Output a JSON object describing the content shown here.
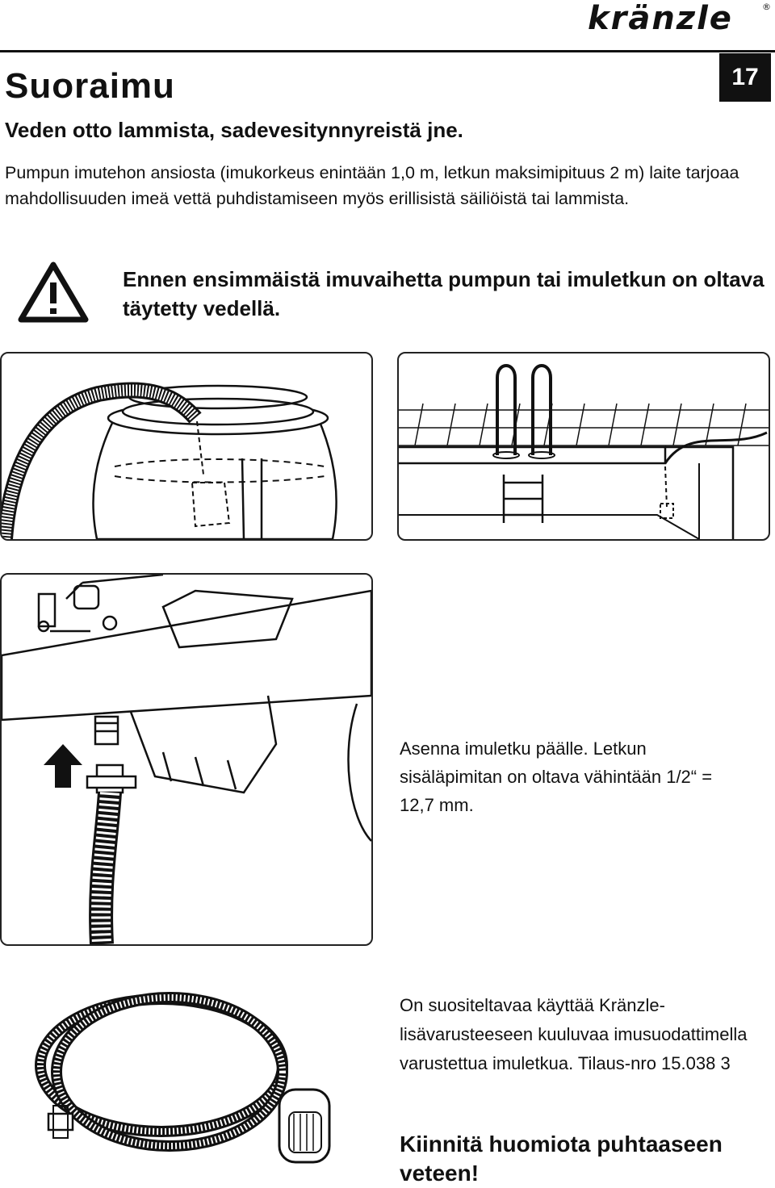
{
  "brand": {
    "logo_text": "kränzle",
    "registered_mark": "®"
  },
  "page": {
    "number": "17",
    "title": "Suoraimu"
  },
  "subtitle": "Veden otto lammista, sadevesitynnyreistä jne.",
  "intro": "Pumpun imutehon ansiosta (imukorkeus enintään 1,0 m, letkun maksimipituus 2 m) laite tarjoaa mahdollisuuden imeä vettä puhdistamiseen myös erillisistä säiliöistä tai lammista.",
  "warning": {
    "icon": "warning-triangle-icon",
    "text": "Ennen ensimmäistä imuvaihetta pumpun tai imuletkun on oltava täytetty vedellä."
  },
  "figures": {
    "barrel": "barrel-with-hose",
    "pool": "pool-with-hose",
    "hose_connection": "suction-hose-connection",
    "hose_coil": "suction-hose-with-filter"
  },
  "hose_panel_text": "Asenna imuletku päälle. Letkun sisäläpimitan on oltava vähintään 1/2“ = 12,7 mm.",
  "filter_text": "On suositeltavaa käyttää Kränzle-lisävarusteeseen kuuluvaa imusuodattimella varustettua imuletkua. Tilaus-nro 15.038 3",
  "note": "Kiinnitä huomiota puhtaaseen veteen!",
  "colors": {
    "ink": "#111111",
    "paper": "#ffffff",
    "badge_bg": "#111111",
    "badge_fg": "#ffffff"
  }
}
